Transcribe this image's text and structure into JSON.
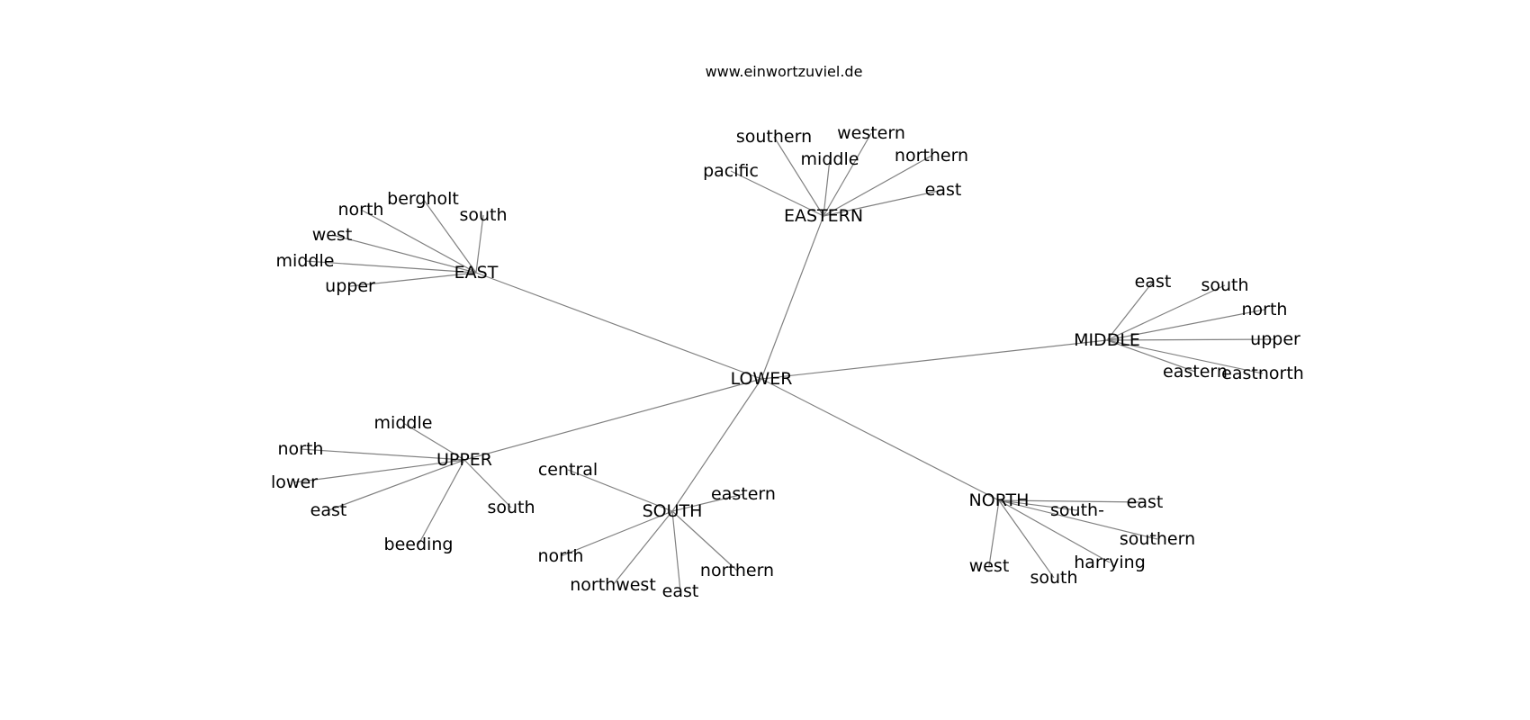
{
  "header": {
    "site": "www.einwortzuviel.de"
  },
  "graph": {
    "center": "LOWER",
    "hubs": [
      {
        "id": "EASTERN",
        "leaves": [
          "pacific",
          "southern",
          "middle",
          "western",
          "northern",
          "east"
        ]
      },
      {
        "id": "EAST",
        "leaves": [
          "north",
          "bergholt",
          "south",
          "west",
          "middle",
          "upper"
        ]
      },
      {
        "id": "MIDDLE",
        "leaves": [
          "east",
          "south",
          "north",
          "upper",
          "eastern",
          "eastnorth"
        ]
      },
      {
        "id": "UPPER",
        "leaves": [
          "middle",
          "north",
          "lower",
          "east",
          "beeding",
          "south"
        ]
      },
      {
        "id": "SOUTH",
        "leaves": [
          "central",
          "eastern",
          "north",
          "northwest",
          "east",
          "northern"
        ]
      },
      {
        "id": "NORTH",
        "leaves": [
          "south-",
          "east",
          "southern",
          "harrying",
          "south",
          "west"
        ]
      }
    ]
  }
}
